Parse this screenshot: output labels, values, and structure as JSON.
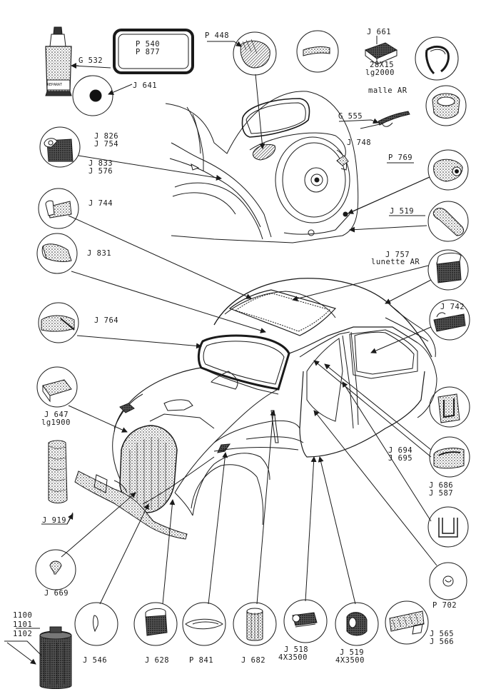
{
  "labels": {
    "p540": "P 540",
    "p877": "P 877",
    "p448": "P 448",
    "j661": "J 661",
    "j661_dim": "28X15",
    "j661_len": "lg2000",
    "malle_ar": "malle AR",
    "g532": "G 532",
    "j641": "J 641",
    "g555": "G 555",
    "j748": "J 748",
    "j826": "J 826",
    "j754": "J 754",
    "j833": "J 833",
    "j576": "J 576",
    "p769": "P 769",
    "j744": "J 744",
    "j519_top": "J 519",
    "j831": "J 831",
    "j757": "J 757",
    "lunette_ar": "lunette AR",
    "j764": "J 764",
    "j742": "J 742",
    "j647": "J 647",
    "j647_len": "lg1900",
    "j694": "J 694",
    "j695": "J 695",
    "j686": "J 686",
    "j587": "J 587",
    "j919": "J 919",
    "j669": "J 669",
    "p702": "P 702",
    "n1100": "1100",
    "n1101": "1101",
    "n1102": "1102",
    "j546": "J 546",
    "j628": "J 628",
    "p841": "P 841",
    "j682": "J 682",
    "j518": "J 518",
    "j518_dim": "4X3500",
    "j519_bot": "J 519",
    "j519_dim": "4X3500",
    "j565": "J 565",
    "j566": "J 566"
  },
  "tube_text": "REPARAT"
}
